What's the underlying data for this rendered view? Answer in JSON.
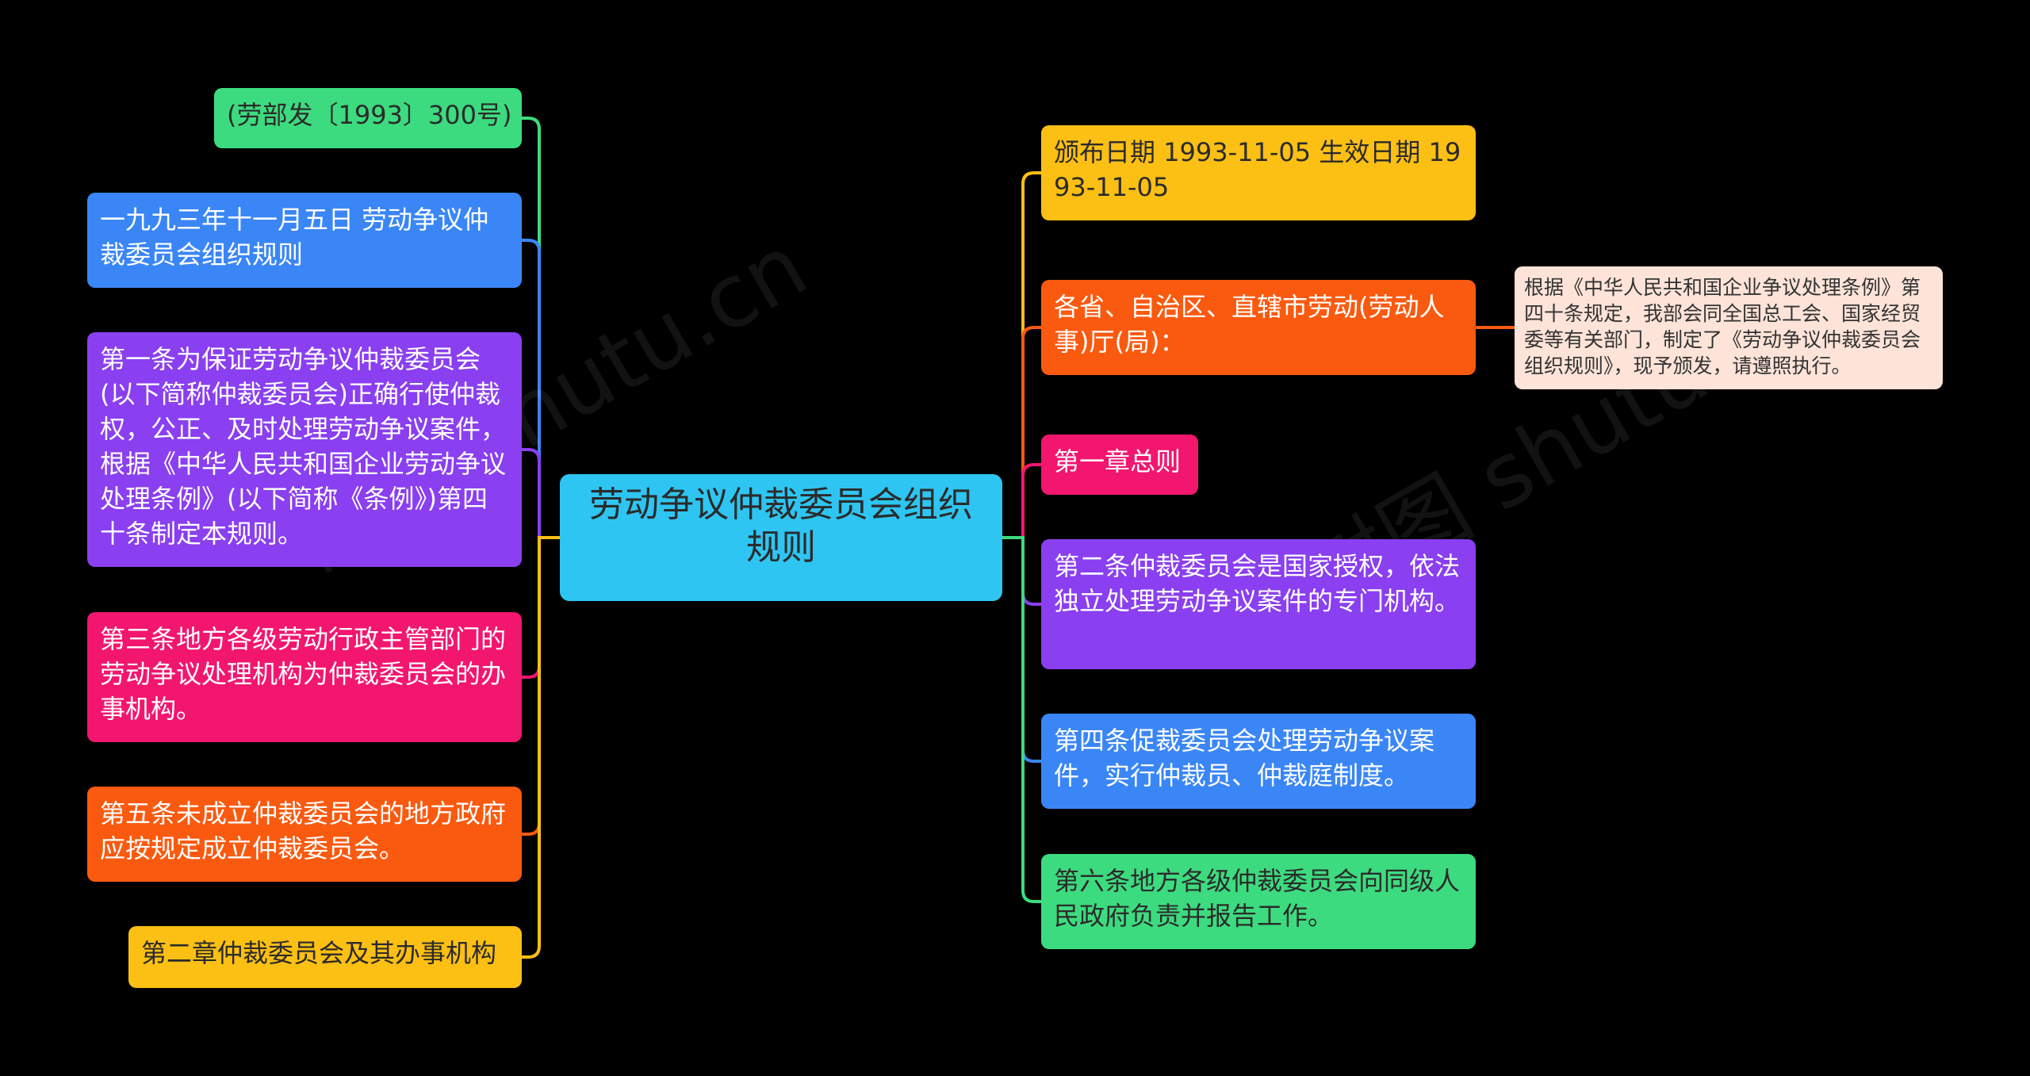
{
  "root": {
    "label": "劳动争议仲裁委员会组织规则",
    "color": "#2ec5f2"
  },
  "left_branches": [
    {
      "label": "(劳部发〔1993〕300号)",
      "color": "#3ddb7f"
    },
    {
      "label": "一九九三年十一月五日 劳动争议仲裁委员会组织规则",
      "color": "#3a86f7"
    },
    {
      "label": "第一条为保证劳动争议仲裁委员会(以下简称仲裁委员会)正确行使仲裁权，公正、及时处理劳动争议案件，根据《中华人民共和国企业劳动争议处理条例》(以下简称《条例》)第四十条制定本规则。",
      "color": "#8a3ff0"
    },
    {
      "label": "第三条地方各级劳动行政主管部门的劳动争议处理机构为仲裁委员会的办事机构。",
      "color": "#f2166f"
    },
    {
      "label": "第五条未成立仲裁委员会的地方政府应按规定成立仲裁委员会。",
      "color": "#fa5a0f"
    },
    {
      "label": "第二章仲裁委员会及其办事机构",
      "color": "#fcbf14"
    }
  ],
  "right_branches": [
    {
      "label": "颁布日期 1993-11-05 生效日期 1993-11-05",
      "color": "#fcbf14"
    },
    {
      "label": "各省、自治区、直辖市劳动(劳动人事)厅(局)：",
      "color": "#fa5a0f"
    },
    {
      "label": "第一章总则",
      "color": "#f2166f"
    },
    {
      "label": "第二条仲裁委员会是国家授权，依法独立处理劳动争议案件的专门机构。",
      "color": "#8a3ff0"
    },
    {
      "label": "第四条促裁委员会处理劳动争议案件，实行仲裁员、仲裁庭制度。",
      "color": "#3a86f7"
    },
    {
      "label": "第六条地方各级仲裁委员会向同级人民政府负责并报告工作。",
      "color": "#3ddb7f"
    }
  ],
  "note": {
    "label": "根据《中华人民共和国企业争议处理条例》第四十条规定，我部会同全国总工会、国家经贸委等有关部门，制定了《劳动争议仲裁委员会组织规则》，现予颁发，请遵照执行。",
    "color": "#fde3d8",
    "link_color": "#fa5a0f"
  },
  "watermarks": [
    "树图 shutu.cn",
    "树图 shutu.cn"
  ]
}
